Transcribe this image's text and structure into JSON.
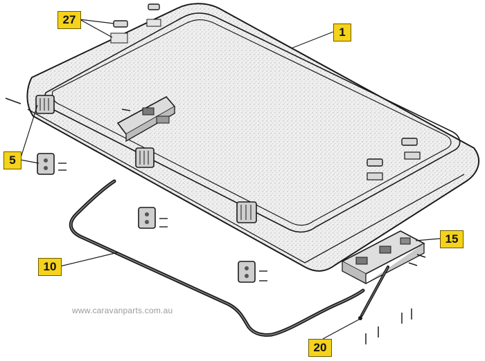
{
  "callouts": {
    "lid": "1",
    "hinge": "5",
    "stay_bar": "10",
    "latch_bracket": "15",
    "stay_rod": "20",
    "clip": "27"
  },
  "watermark": "www.caravanparts.com.au",
  "colors": {
    "callout_fill": "#f5d21c",
    "line": "#1a1a1a",
    "lid_fill": "#ececec"
  }
}
